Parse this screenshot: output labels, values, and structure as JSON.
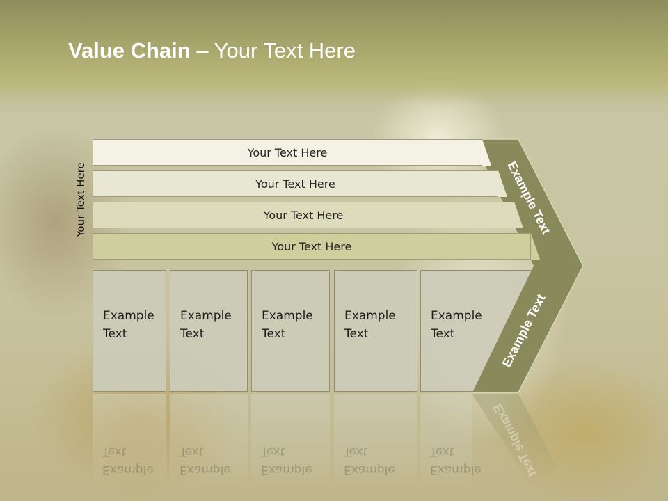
{
  "title": {
    "bold": "Value Chain",
    "rest": " – Your Text Here"
  },
  "side_label": "Your Text Here",
  "rows": [
    "Your Text Here",
    "Your Text Here",
    "Your Text Here",
    "Your Text Here"
  ],
  "cells": [
    {
      "line1": "Example",
      "line2": "Text"
    },
    {
      "line1": "Example",
      "line2": "Text"
    },
    {
      "line1": "Example",
      "line2": "Text"
    },
    {
      "line1": "Example",
      "line2": "Text"
    },
    {
      "line1": "Example",
      "line2": "Text"
    }
  ],
  "chevron_top_label": "Example Text",
  "chevron_bottom_label": "Example Text",
  "colors": {
    "accent": "#898a5c",
    "row1": "#f3f2e4",
    "row2": "#e8e8d2",
    "row3": "#dcdcbc",
    "row4": "#cfcf9e",
    "cell": "#cbcbb8"
  }
}
